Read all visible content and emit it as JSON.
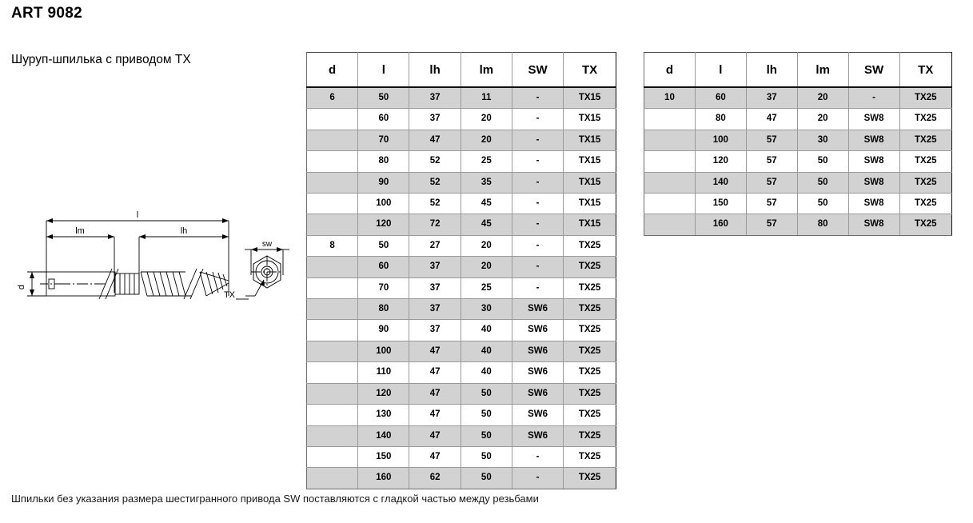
{
  "header": {
    "article_title": "ART 9082",
    "product_name": "Шуруп-шпилька с приводом TX"
  },
  "footnote": {
    "text": "Шпильки без указания размера шестигранного привода SW поставляются с гладкой частью между резьбами"
  },
  "drawing": {
    "name": "dowel-screw-technical-drawing",
    "labels": {
      "total_length": "l",
      "machine_thread": "lm",
      "wood_thread": "lh",
      "diameter": "d",
      "hex_drive": "sw",
      "torx_drive": "TX"
    }
  },
  "tables": {
    "columns": [
      "d",
      "l",
      "lh",
      "lm",
      "SW",
      "TX"
    ],
    "left": {
      "name": "spec-table-d6-d8",
      "rows": [
        [
          "6",
          "50",
          "37",
          "11",
          "-",
          "TX15"
        ],
        [
          "",
          "60",
          "37",
          "20",
          "-",
          "TX15"
        ],
        [
          "",
          "70",
          "47",
          "20",
          "-",
          "TX15"
        ],
        [
          "",
          "80",
          "52",
          "25",
          "-",
          "TX15"
        ],
        [
          "",
          "90",
          "52",
          "35",
          "-",
          "TX15"
        ],
        [
          "",
          "100",
          "52",
          "45",
          "-",
          "TX15"
        ],
        [
          "",
          "120",
          "72",
          "45",
          "-",
          "TX15"
        ],
        [
          "8",
          "50",
          "27",
          "20",
          "-",
          "TX25"
        ],
        [
          "",
          "60",
          "37",
          "20",
          "-",
          "TX25"
        ],
        [
          "",
          "70",
          "37",
          "25",
          "-",
          "TX25"
        ],
        [
          "",
          "80",
          "37",
          "30",
          "SW6",
          "TX25"
        ],
        [
          "",
          "90",
          "37",
          "40",
          "SW6",
          "TX25"
        ],
        [
          "",
          "100",
          "47",
          "40",
          "SW6",
          "TX25"
        ],
        [
          "",
          "110",
          "47",
          "40",
          "SW6",
          "TX25"
        ],
        [
          "",
          "120",
          "47",
          "50",
          "SW6",
          "TX25"
        ],
        [
          "",
          "130",
          "47",
          "50",
          "SW6",
          "TX25"
        ],
        [
          "",
          "140",
          "47",
          "50",
          "SW6",
          "TX25"
        ],
        [
          "",
          "150",
          "47",
          "50",
          "-",
          "TX25"
        ],
        [
          "",
          "160",
          "62",
          "50",
          "-",
          "TX25"
        ]
      ]
    },
    "right": {
      "name": "spec-table-d10",
      "rows": [
        [
          "10",
          "60",
          "37",
          "20",
          "-",
          "TX25"
        ],
        [
          "",
          "80",
          "47",
          "20",
          "SW8",
          "TX25"
        ],
        [
          "",
          "100",
          "57",
          "30",
          "SW8",
          "TX25"
        ],
        [
          "",
          "120",
          "57",
          "50",
          "SW8",
          "TX25"
        ],
        [
          "",
          "140",
          "57",
          "50",
          "SW8",
          "TX25"
        ],
        [
          "",
          "150",
          "57",
          "50",
          "SW8",
          "TX25"
        ],
        [
          "",
          "160",
          "57",
          "80",
          "SW8",
          "TX25"
        ]
      ]
    }
  },
  "colors": {
    "row_shade": "#d2d2d2",
    "row_plain": "#ffffff",
    "grid_line": "#9a9a9a",
    "header_rule": "#111111",
    "text": "#000000"
  }
}
